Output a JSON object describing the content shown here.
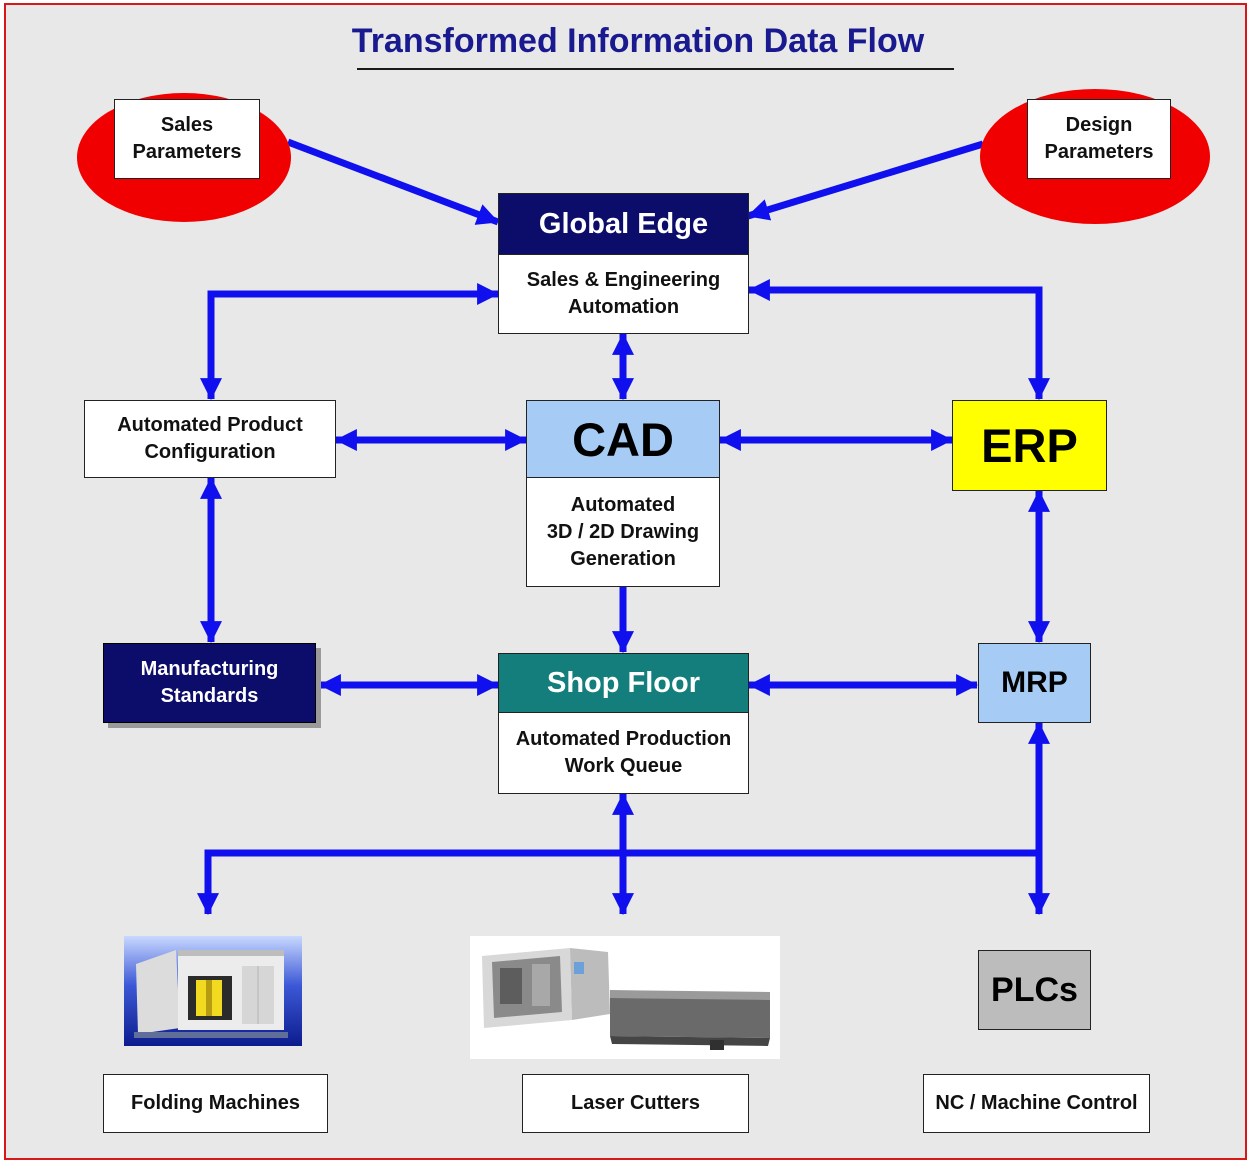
{
  "title": "Transformed Information Data Flow",
  "colors": {
    "arrow": "#1010ee",
    "oval": "#f00000",
    "navy": "#0c0c6a",
    "teal": "#137e7c",
    "light_blue": "#a6ccf6",
    "yellow": "#ffff00",
    "gray": "#bcbcbc",
    "frame": "#d81818"
  },
  "nodes": {
    "sales_parameters": "Sales\nParameters",
    "design_parameters": "Design\nParameters",
    "global_edge": {
      "header": "Global Edge",
      "body": "Sales & Engineering\nAutomation"
    },
    "product_configuration": "Automated Product\nConfiguration",
    "cad": {
      "header": "CAD",
      "body": "Automated\n3D / 2D Drawing\nGeneration"
    },
    "erp": "ERP",
    "manufacturing_standards": "Manufacturing\nStandards",
    "shop_floor": {
      "header": "Shop Floor",
      "body": "Automated Production\nWork Queue"
    },
    "mrp": "MRP",
    "plcs": "PLCs",
    "folding_machines": "Folding Machines",
    "laser_cutters": "Laser Cutters",
    "nc_machine_control": "NC / Machine Control"
  },
  "photos": {
    "folding_machine": "folding-machine-photo",
    "laser_cutter": "laser-cutter-photo"
  }
}
